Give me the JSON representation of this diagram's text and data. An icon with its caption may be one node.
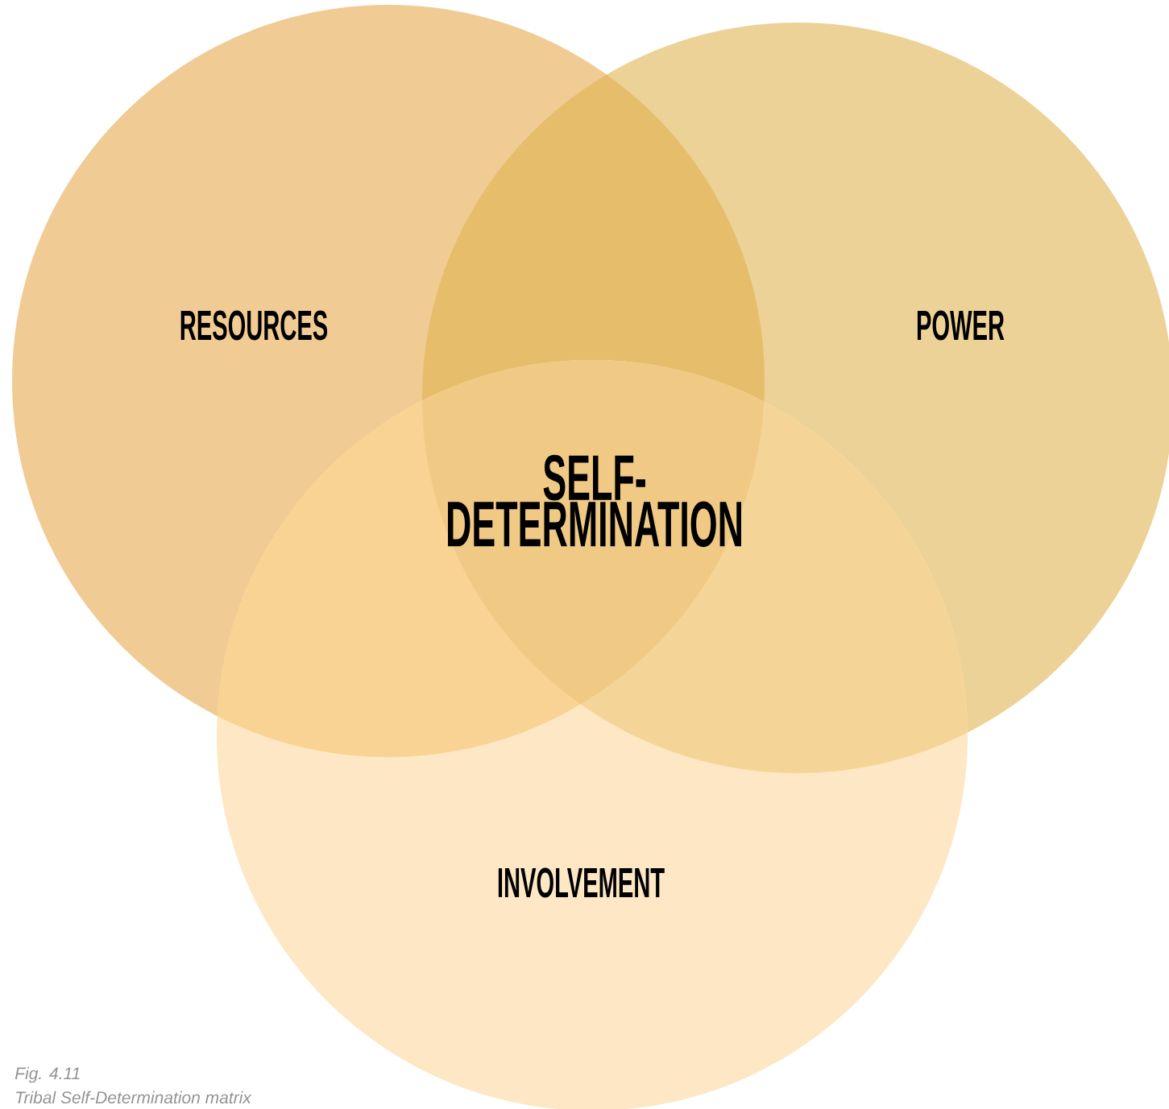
{
  "diagram": {
    "nodes": [
      {
        "text": [
          "RESOURCES"
        ]
      },
      {
        "text": [
          "POWER"
        ]
      },
      {
        "text": [
          "INVOLVEMENT"
        ]
      }
    ],
    "labels": [
      "SELF-DETERMINATION",
      "Fig. 4.11",
      "Tribal Self-Determination matrix"
    ]
  }
}
